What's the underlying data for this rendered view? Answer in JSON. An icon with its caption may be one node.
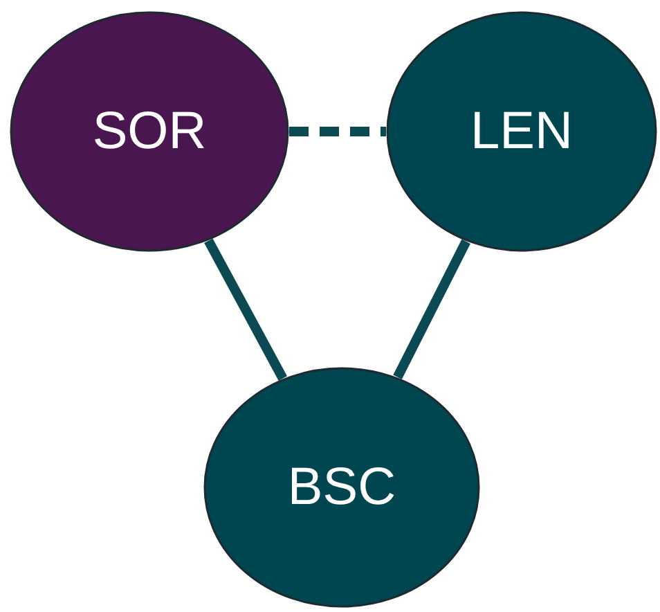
{
  "diagram": {
    "nodes": [
      {
        "text": [
          "SOR"
        ]
      },
      {
        "text": [
          "LEN"
        ]
      },
      {
        "text": [
          "BSC"
        ]
      }
    ],
    "edges": [
      {
        "from": 0,
        "to": 1,
        "arrow": "none",
        "style": "dashed"
      },
      {
        "from": 0,
        "to": 2,
        "arrow": "none"
      },
      {
        "from": 1,
        "to": 2,
        "arrow": "none"
      }
    ]
  }
}
